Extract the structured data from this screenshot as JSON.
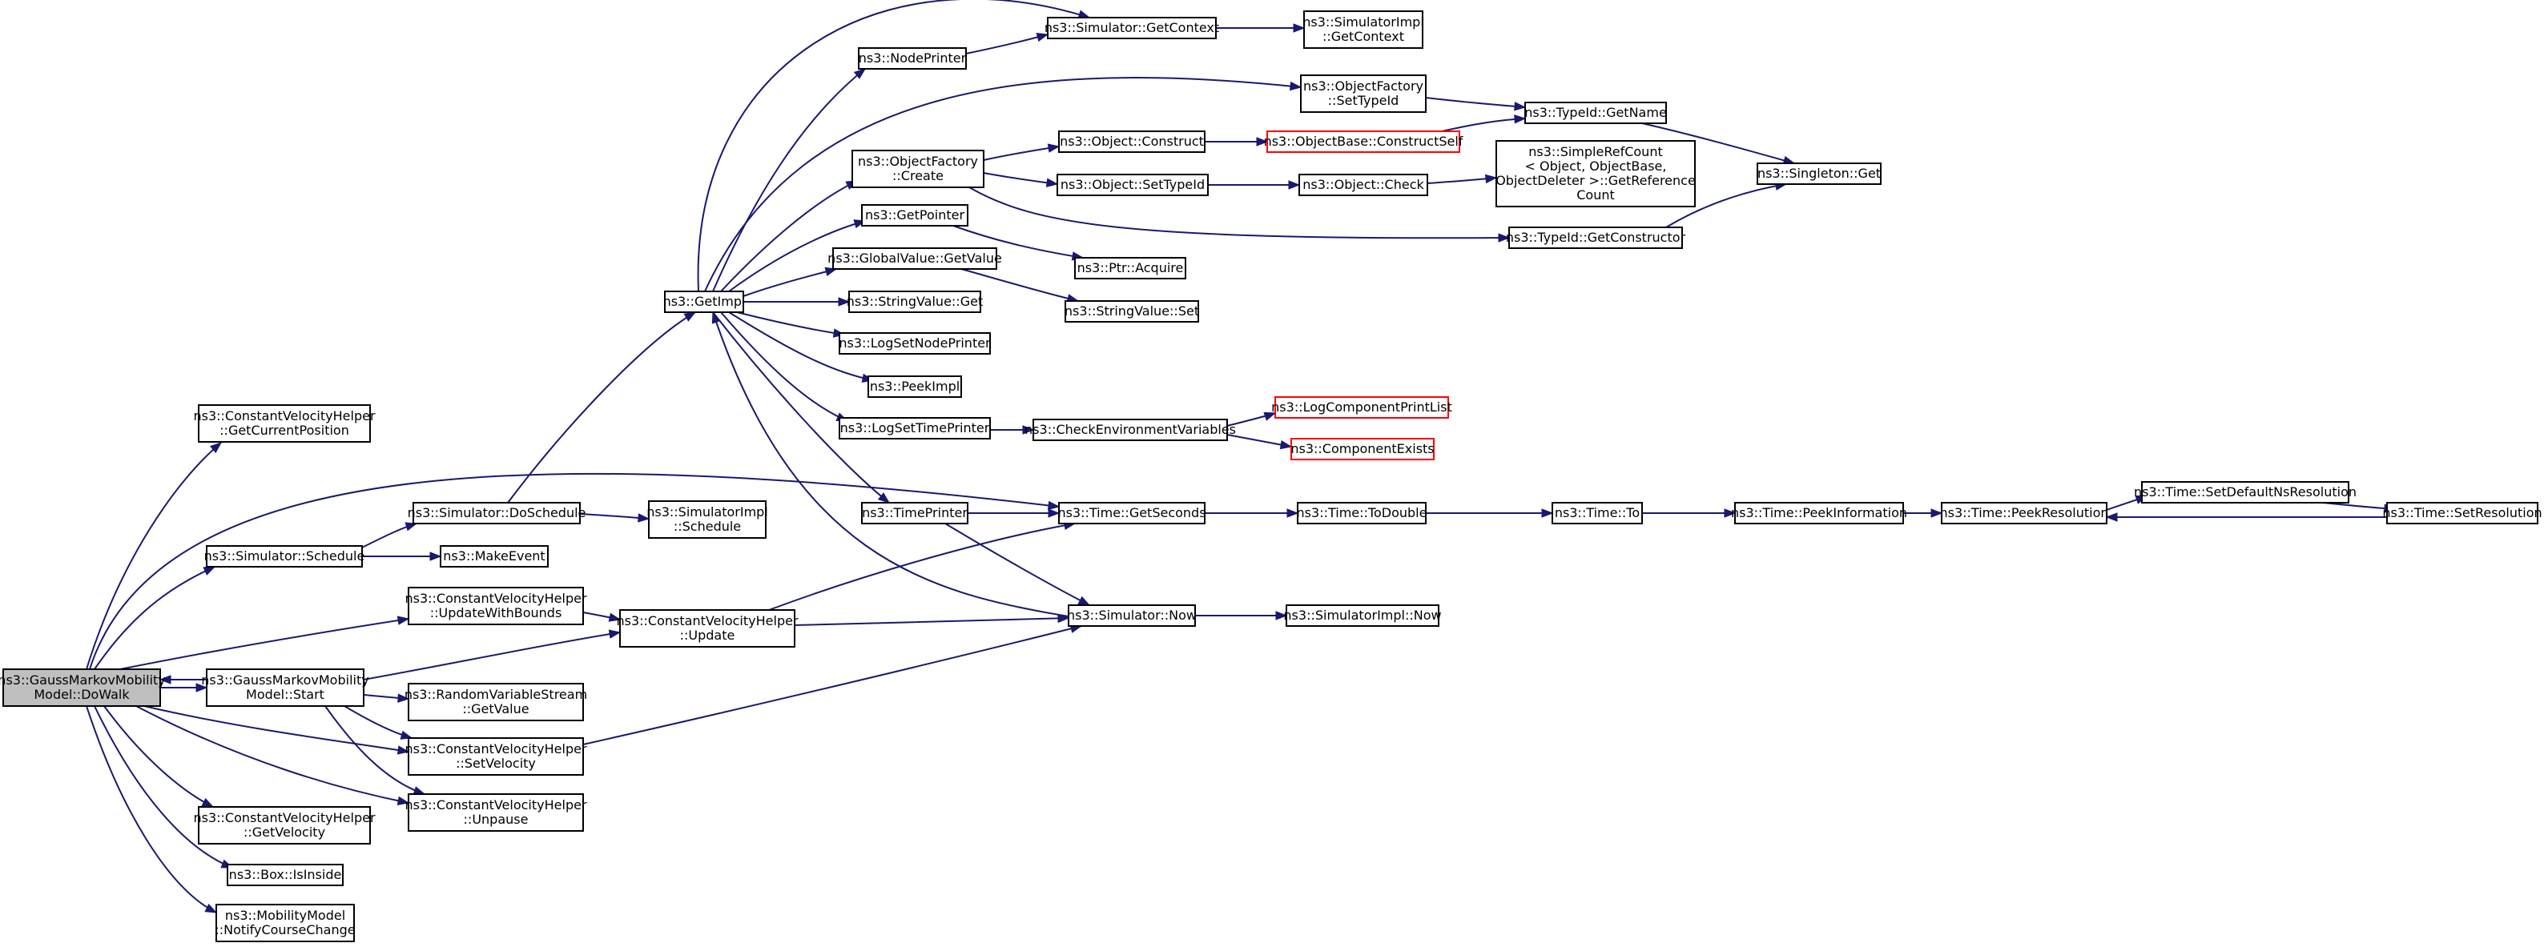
{
  "diagram": {
    "colors": {
      "edge": "#191970",
      "node_border": "#000000",
      "truncated_border": "#ff0000",
      "root_fill": "#bfbfbf",
      "node_fill": "#ffffff"
    },
    "nodes": [
      {
        "id": "dowalk",
        "lines": [
          "ns3::GaussMarkovMobility",
          "Model::DoWalk"
        ],
        "root": true
      },
      {
        "id": "cvh_getpos",
        "lines": [
          "ns3::ConstantVelocityHelper",
          "::GetCurrentPosition"
        ]
      },
      {
        "id": "sim_schedule",
        "lines": [
          "ns3::Simulator::Schedule"
        ]
      },
      {
        "id": "gm_start",
        "lines": [
          "ns3::GaussMarkovMobility",
          "Model::Start"
        ]
      },
      {
        "id": "cvh_getvel",
        "lines": [
          "ns3::ConstantVelocityHelper",
          "::GetVelocity"
        ]
      },
      {
        "id": "box_isinside",
        "lines": [
          "ns3::Box::IsInside"
        ]
      },
      {
        "id": "mm_notify",
        "lines": [
          "ns3::MobilityModel",
          "::NotifyCourseChange"
        ]
      },
      {
        "id": "sim_doschedule",
        "lines": [
          "ns3::Simulator::DoSchedule"
        ]
      },
      {
        "id": "makeevent",
        "lines": [
          "ns3::MakeEvent"
        ]
      },
      {
        "id": "cvh_updbounds",
        "lines": [
          "ns3::ConstantVelocityHelper",
          "::UpdateWithBounds"
        ]
      },
      {
        "id": "rvs_getvalue",
        "lines": [
          "ns3::RandomVariableStream",
          "::GetValue"
        ]
      },
      {
        "id": "cvh_setvel",
        "lines": [
          "ns3::ConstantVelocityHelper",
          "::SetVelocity"
        ]
      },
      {
        "id": "cvh_unpause",
        "lines": [
          "ns3::ConstantVelocityHelper",
          "::Unpause"
        ]
      },
      {
        "id": "cvh_update",
        "lines": [
          "ns3::ConstantVelocityHelper",
          "::Update"
        ]
      },
      {
        "id": "simimpl_schedule",
        "lines": [
          "ns3::SimulatorImpl",
          "::Schedule"
        ]
      },
      {
        "id": "getimpl",
        "lines": [
          "ns3::GetImpl"
        ]
      },
      {
        "id": "nodeprinter",
        "lines": [
          "ns3::NodePrinter"
        ]
      },
      {
        "id": "of_create",
        "lines": [
          "ns3::ObjectFactory",
          "::Create"
        ]
      },
      {
        "id": "getpointer",
        "lines": [
          "ns3::GetPointer"
        ]
      },
      {
        "id": "gv_getvalue",
        "lines": [
          "ns3::GlobalValue::GetValue"
        ]
      },
      {
        "id": "sv_get",
        "lines": [
          "ns3::StringValue::Get"
        ]
      },
      {
        "id": "logsetnodeprinter",
        "lines": [
          "ns3::LogSetNodePrinter"
        ]
      },
      {
        "id": "peekimpl",
        "lines": [
          "ns3::PeekImpl"
        ]
      },
      {
        "id": "logsettimeprinter",
        "lines": [
          "ns3::LogSetTimePrinter"
        ]
      },
      {
        "id": "timeprinter",
        "lines": [
          "ns3::TimePrinter"
        ]
      },
      {
        "id": "sim_getcontext",
        "lines": [
          "ns3::Simulator::GetContext"
        ]
      },
      {
        "id": "simimpl_getcontext",
        "lines": [
          "ns3::SimulatorImpl",
          "::GetContext"
        ]
      },
      {
        "id": "of_settypeid",
        "lines": [
          "ns3::ObjectFactory",
          "::SetTypeId"
        ]
      },
      {
        "id": "obj_construct",
        "lines": [
          "ns3::Object::Construct"
        ]
      },
      {
        "id": "objbase_constructself",
        "lines": [
          "ns3::ObjectBase::ConstructSelf"
        ],
        "truncated": true
      },
      {
        "id": "obj_settypeid",
        "lines": [
          "ns3::Object::SetTypeId"
        ]
      },
      {
        "id": "obj_check",
        "lines": [
          "ns3::Object::Check"
        ]
      },
      {
        "id": "simplerefcount",
        "lines": [
          "ns3::SimpleRefCount",
          "< Object, ObjectBase,",
          " ObjectDeleter >::GetReference",
          "Count"
        ]
      },
      {
        "id": "typeid_getname",
        "lines": [
          "ns3::TypeId::GetName"
        ]
      },
      {
        "id": "singleton_get",
        "lines": [
          "ns3::Singleton::Get"
        ]
      },
      {
        "id": "typeid_getconstructor",
        "lines": [
          "ns3::TypeId::GetConstructor"
        ]
      },
      {
        "id": "ptr_acquire",
        "lines": [
          "ns3::Ptr::Acquire"
        ]
      },
      {
        "id": "sv_set",
        "lines": [
          "ns3::StringValue::Set"
        ]
      },
      {
        "id": "checkenvvars",
        "lines": [
          "ns3::CheckEnvironmentVariables"
        ]
      },
      {
        "id": "logcompprintlist",
        "lines": [
          "ns3::LogComponentPrintList"
        ],
        "truncated": true
      },
      {
        "id": "compexists",
        "lines": [
          "ns3::ComponentExists"
        ],
        "truncated": true
      },
      {
        "id": "time_getseconds",
        "lines": [
          "ns3::Time::GetSeconds"
        ]
      },
      {
        "id": "sim_now",
        "lines": [
          "ns3::Simulator::Now"
        ]
      },
      {
        "id": "time_todouble",
        "lines": [
          "ns3::Time::ToDouble"
        ]
      },
      {
        "id": "simimpl_now",
        "lines": [
          "ns3::SimulatorImpl::Now"
        ]
      },
      {
        "id": "time_to",
        "lines": [
          "ns3::Time::To"
        ]
      },
      {
        "id": "time_peekinfo",
        "lines": [
          "ns3::Time::PeekInformation"
        ]
      },
      {
        "id": "time_peekres",
        "lines": [
          "ns3::Time::PeekResolution"
        ]
      },
      {
        "id": "time_setdefaultns",
        "lines": [
          "ns3::Time::SetDefaultNsResolution"
        ]
      },
      {
        "id": "time_setres",
        "lines": [
          "ns3::Time::SetResolution"
        ]
      }
    ],
    "edges": [
      [
        "dowalk",
        "cvh_getpos"
      ],
      [
        "dowalk",
        "sim_schedule"
      ],
      [
        "dowalk",
        "cvh_updbounds"
      ],
      [
        "dowalk",
        "gm_start"
      ],
      [
        "dowalk",
        "cvh_setvel"
      ],
      [
        "dowalk",
        "cvh_unpause"
      ],
      [
        "dowalk",
        "cvh_getvel"
      ],
      [
        "dowalk",
        "box_isinside"
      ],
      [
        "dowalk",
        "mm_notify"
      ],
      [
        "dowalk",
        "time_getseconds"
      ],
      [
        "gm_start",
        "dowalk"
      ],
      [
        "gm_start",
        "cvh_update"
      ],
      [
        "gm_start",
        "rvs_getvalue"
      ],
      [
        "gm_start",
        "cvh_setvel"
      ],
      [
        "gm_start",
        "cvh_unpause"
      ],
      [
        "sim_schedule",
        "sim_doschedule"
      ],
      [
        "sim_schedule",
        "makeevent"
      ],
      [
        "sim_doschedule",
        "getimpl"
      ],
      [
        "sim_doschedule",
        "simimpl_schedule"
      ],
      [
        "cvh_updbounds",
        "cvh_update"
      ],
      [
        "cvh_update",
        "time_getseconds"
      ],
      [
        "cvh_update",
        "sim_now"
      ],
      [
        "cvh_setvel",
        "sim_now"
      ],
      [
        "getimpl",
        "nodeprinter"
      ],
      [
        "getimpl",
        "sim_getcontext"
      ],
      [
        "getimpl",
        "of_settypeid"
      ],
      [
        "getimpl",
        "of_create"
      ],
      [
        "getimpl",
        "getpointer"
      ],
      [
        "getimpl",
        "gv_getvalue"
      ],
      [
        "getimpl",
        "sv_get"
      ],
      [
        "getimpl",
        "logsetnodeprinter"
      ],
      [
        "getimpl",
        "peekimpl"
      ],
      [
        "getimpl",
        "logsettimeprinter"
      ],
      [
        "getimpl",
        "timeprinter"
      ],
      [
        "nodeprinter",
        "sim_getcontext"
      ],
      [
        "sim_getcontext",
        "simimpl_getcontext"
      ],
      [
        "of_settypeid",
        "typeid_getname"
      ],
      [
        "of_create",
        "obj_construct"
      ],
      [
        "of_create",
        "obj_settypeid"
      ],
      [
        "of_create",
        "typeid_getconstructor"
      ],
      [
        "obj_construct",
        "objbase_constructself"
      ],
      [
        "objbase_constructself",
        "typeid_getname"
      ],
      [
        "obj_settypeid",
        "obj_check"
      ],
      [
        "obj_check",
        "simplerefcount"
      ],
      [
        "typeid_getname",
        "singleton_get"
      ],
      [
        "typeid_getconstructor",
        "singleton_get"
      ],
      [
        "getpointer",
        "ptr_acquire"
      ],
      [
        "gv_getvalue",
        "sv_set"
      ],
      [
        "logsettimeprinter",
        "checkenvvars"
      ],
      [
        "checkenvvars",
        "logcompprintlist"
      ],
      [
        "checkenvvars",
        "compexists"
      ],
      [
        "timeprinter",
        "time_getseconds"
      ],
      [
        "timeprinter",
        "sim_now"
      ],
      [
        "sim_now",
        "getimpl"
      ],
      [
        "sim_now",
        "simimpl_now"
      ],
      [
        "time_getseconds",
        "time_todouble"
      ],
      [
        "time_todouble",
        "time_to"
      ],
      [
        "time_to",
        "time_peekinfo"
      ],
      [
        "time_peekinfo",
        "time_peekres"
      ],
      [
        "time_peekres",
        "time_setdefaultns"
      ],
      [
        "time_setdefaultns",
        "time_setres"
      ],
      [
        "time_setres",
        "time_peekres"
      ]
    ]
  }
}
